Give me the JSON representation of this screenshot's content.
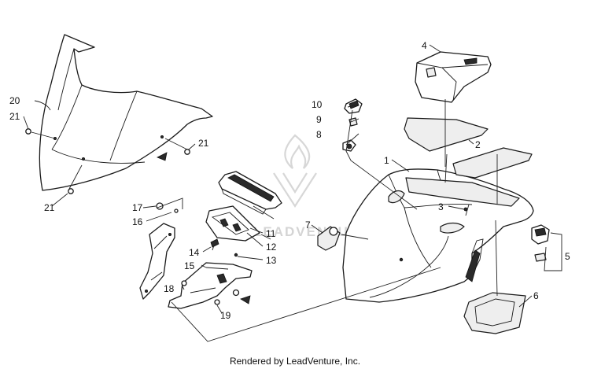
{
  "callouts": {
    "c1": "1",
    "c2": "2",
    "c3": "3",
    "c4": "4",
    "c5": "5",
    "c6": "6",
    "c7": "7",
    "c8": "8",
    "c9": "9",
    "c10": "10",
    "c11": "11",
    "c12": "12",
    "c13": "13",
    "c14": "14",
    "c15": "15",
    "c16": "16",
    "c17": "17",
    "c18": "18",
    "c19": "19",
    "c20": "20",
    "c21a": "21",
    "c21b": "21",
    "c21c": "21"
  },
  "footer": {
    "text": "Rendered by LeadVenture, Inc."
  },
  "watermark": {
    "text": "LEADVENTURE",
    "color": "#d0d0d0"
  },
  "colors": {
    "line": "#1a1a1a",
    "background": "#ffffff"
  }
}
